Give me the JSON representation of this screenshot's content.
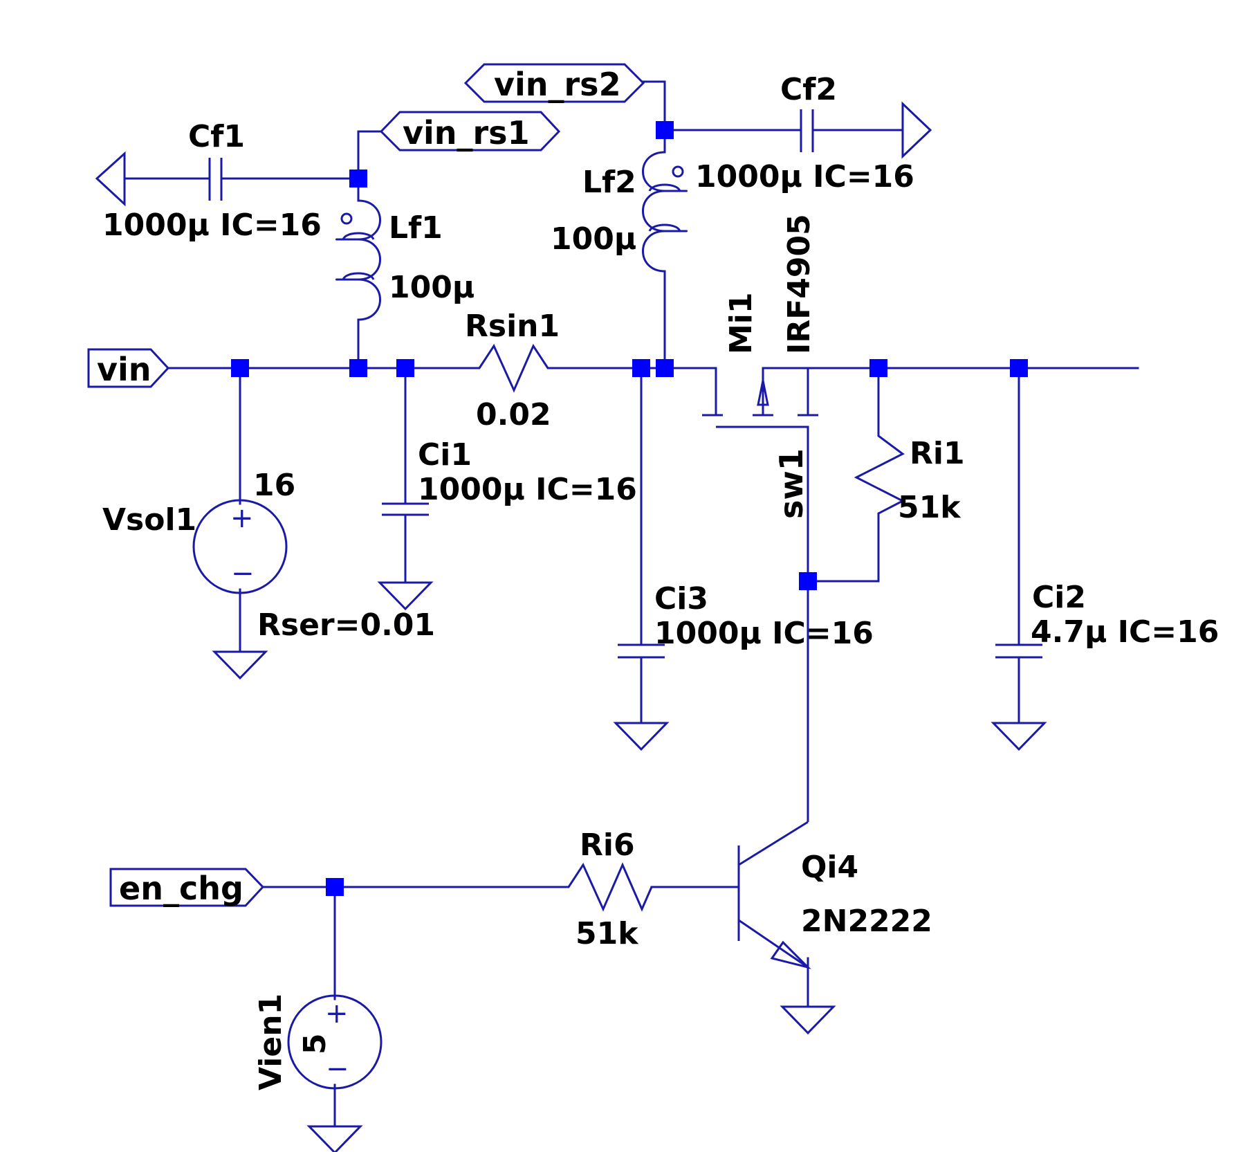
{
  "net_labels": {
    "vin": "vin",
    "vin_rs1": "vin_rs1",
    "vin_rs2": "vin_rs2",
    "en_chg": "en_chg",
    "sw1": "sw1"
  },
  "components": {
    "Cf1": {
      "name": "Cf1",
      "value": "1000µ IC=16"
    },
    "Cf2": {
      "name": "Cf2",
      "value": "1000µ IC=16"
    },
    "Lf1": {
      "name": "Lf1",
      "value": "100µ"
    },
    "Lf2": {
      "name": "Lf2",
      "value": "100µ"
    },
    "Rsin1": {
      "name": "Rsin1",
      "value": "0.02"
    },
    "Ci1": {
      "name": "Ci1",
      "value": "1000µ IC=16"
    },
    "Ci2": {
      "name": "Ci2",
      "value": "4.7µ IC=16"
    },
    "Ci3": {
      "name": "Ci3",
      "value": "1000µ IC=16"
    },
    "Vsol1": {
      "name": "Vsol1",
      "value": "16",
      "extra": "Rser=0.01"
    },
    "Mi1": {
      "name": "Mi1",
      "value": "IRF4905"
    },
    "Ri1": {
      "name": "Ri1",
      "value": "51k"
    },
    "Ri6": {
      "name": "Ri6",
      "value": "51k"
    },
    "Qi4": {
      "name": "Qi4",
      "value": "2N2222"
    },
    "Vien1": {
      "name": "Vien1",
      "value": "5"
    }
  },
  "pin_marks": {
    "plus": "+",
    "minus": "−"
  }
}
